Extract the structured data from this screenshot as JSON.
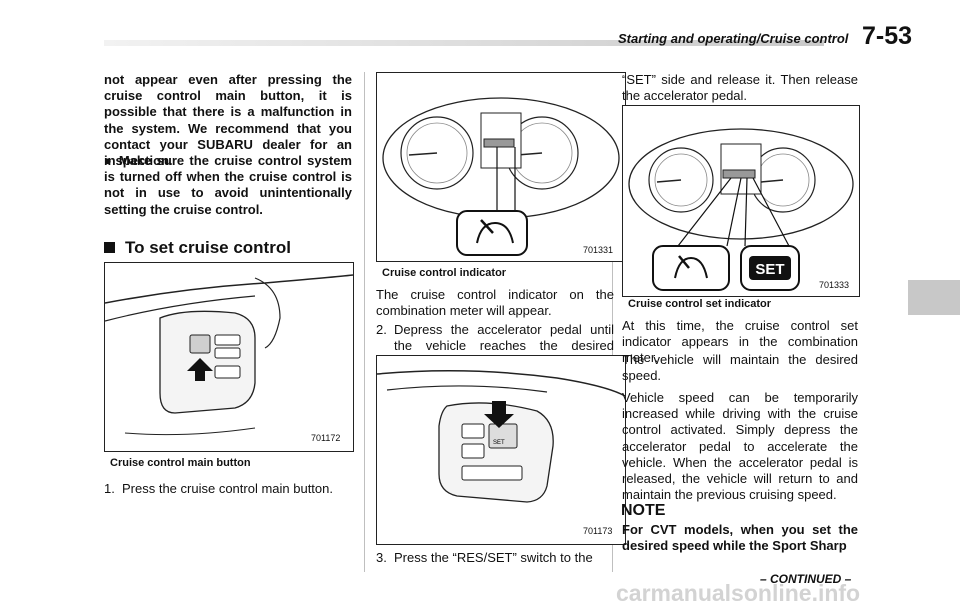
{
  "header": {
    "title": "Starting and operating/Cruise control",
    "page_number": "7-53"
  },
  "col1": {
    "para1": "not appear even after pressing the cruise control main button, it is possible that there is a malfunction in the system. We recommend that you contact your SUBARU dealer for an inspection.",
    "bullet": "Make sure the cruise control system is turned off when the cruise control is not in use to avoid unintentionally setting the cruise control.",
    "section_heading": "To set cruise control",
    "fig1_number": "701172",
    "fig1_caption": "Cruise control main button",
    "step1_num": "1.",
    "step1_text": "Press the cruise control main button."
  },
  "col2": {
    "fig2_number": "701331",
    "fig2_caption": "Cruise control indicator",
    "para_indicator": "The cruise control indicator on the combination meter will appear.",
    "step2_num": "2.",
    "step2_text": "Depress the accelerator pedal until the vehicle reaches the desired speed.",
    "fig3_number": "701173",
    "fig3_switch_label": "SET",
    "step3_num": "3.",
    "step3_text": "Press the “RES/SET” switch to the"
  },
  "col3": {
    "para_cont": "“SET” side and release it. Then release the accelerator pedal.",
    "fig4_number": "701333",
    "fig4_set_label": "SET",
    "fig4_caption": "Cruise control set indicator",
    "para_a": "At this time, the cruise control set indicator appears in the combination meter.",
    "para_b": "The vehicle will maintain the desired speed.",
    "para_c": "Vehicle speed can be temporarily increased while driving with the cruise control activated. Simply depress the accelerator pedal to accelerate the vehicle. When the accelerator pedal is released, the vehicle will return to and maintain the previous cruising speed.",
    "note_heading": "NOTE",
    "note_text": "For CVT models, when you set the desired speed while the Sport Sharp"
  },
  "footer": {
    "continued": "– CONTINUED –",
    "watermark": "carmanualsonline.info"
  }
}
